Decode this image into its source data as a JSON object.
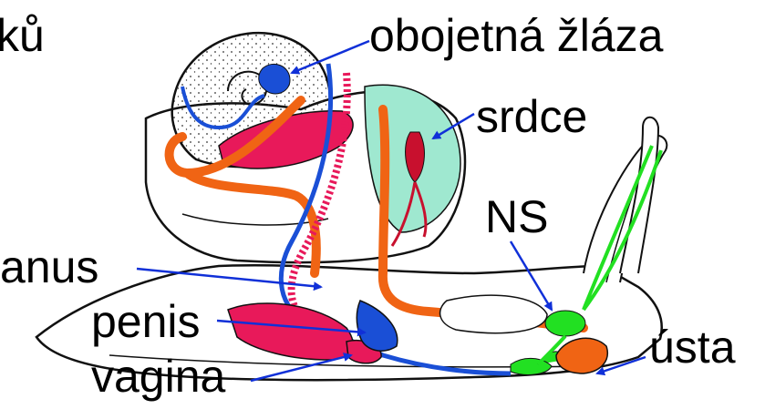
{
  "labels": {
    "top_left_fragment": "ků",
    "hermaphrodite_gland": "obojetná žláza",
    "heart": "srdce",
    "nervous_system": "NS",
    "anus": "anus",
    "penis": "penis",
    "vagina": "vagina",
    "mouth": "ústa"
  },
  "colors": {
    "outline": "#111111",
    "arrow": "#1030d8",
    "gonad_duct": "#1a4fd6",
    "digestive_gland": "#e8195a",
    "intestine": "#f06414",
    "nervous_system": "#22e022",
    "heart_area": "#9fe8d0",
    "heart": "#c8102e",
    "stipple": "#333333"
  }
}
